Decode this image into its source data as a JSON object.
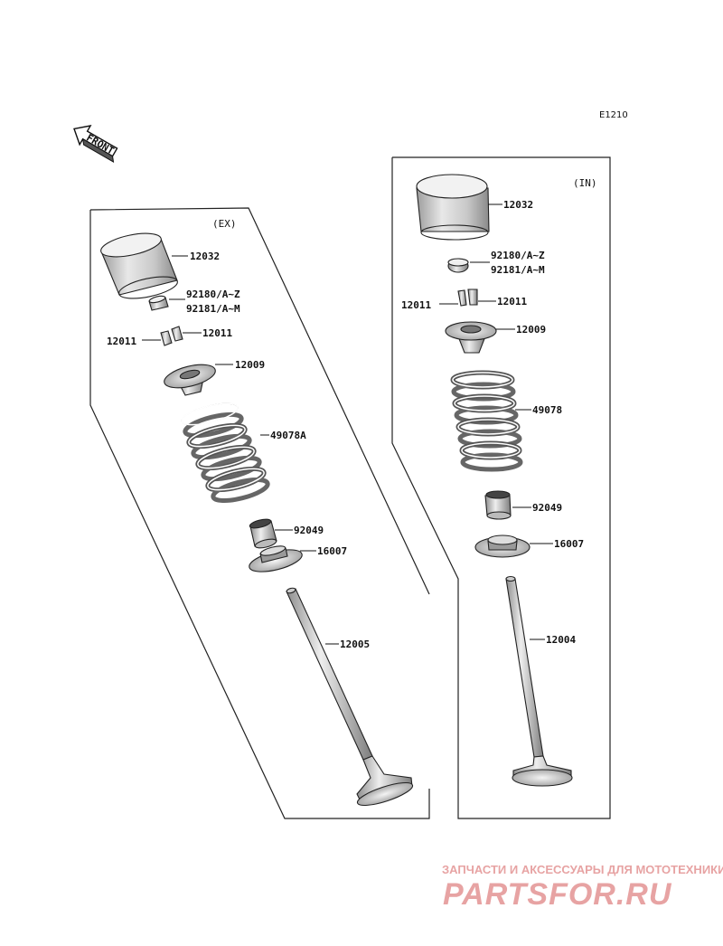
{
  "diagram_code": "E1210",
  "front_label": "FRONT",
  "sections": {
    "ex": {
      "title": "(EX)",
      "parts": {
        "cap": "12032",
        "shim_a": "92180/A~Z",
        "shim_b": "92181/A~M",
        "cotter_right": "12011",
        "cotter_left": "12011",
        "retainer": "12009",
        "spring": "49078A",
        "seal": "92049",
        "seat": "16007",
        "valve": "12005"
      }
    },
    "in": {
      "title": "(IN)",
      "parts": {
        "cap": "12032",
        "shim_a": "92180/A~Z",
        "shim_b": "92181/A~M",
        "cotter_left": "12011",
        "cotter_right": "12011",
        "retainer": "12009",
        "spring": "49078",
        "seal": "92049",
        "seat": "16007",
        "valve": "12004"
      }
    }
  },
  "watermark": {
    "tagline": "ЗАПЧАСТИ И АКСЕССУАРЫ ДЛЯ МОТОТЕХНИКИ",
    "brand": "PARTSFOR.RU",
    "color": "#e7a3a3"
  }
}
